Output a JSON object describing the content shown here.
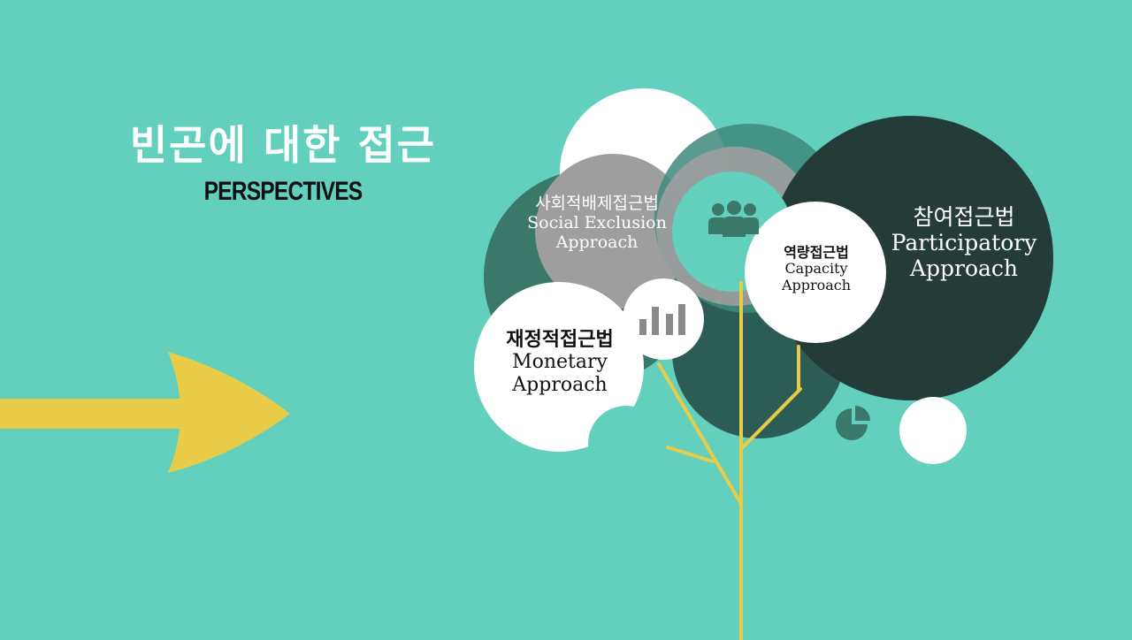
{
  "title": "빈곤에 대한 접근",
  "subtitle": "PERSPECTIVES",
  "approaches": {
    "social": {
      "korean": "사회적배제접근법",
      "line1": "Social Exclusion",
      "line2": "Approach"
    },
    "monetary": {
      "korean": "재정적접근법",
      "line1": "Monetary",
      "line2": "Approach"
    },
    "capacity": {
      "korean": "역량접근법",
      "line1": "Capacity",
      "line2": "Approach"
    },
    "participatory": {
      "korean": "참여접근법",
      "line1": "Participatory",
      "line2": "Approach"
    }
  },
  "icons": [
    "people-icon",
    "bar-chart-icon",
    "pie-chart-icon"
  ],
  "colors": {
    "background": "#63d0bd",
    "arrow": "#e8cc48",
    "stem": "#e8cc48",
    "dark_circle": "#243c38",
    "mid_circle": "#3a786a",
    "gray_circle": "#9e9e9e",
    "white": "#ffffff"
  }
}
